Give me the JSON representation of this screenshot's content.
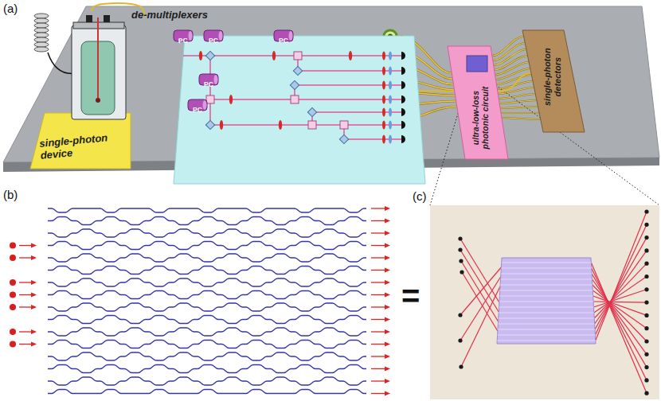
{
  "diagram": {
    "nodes": [
      {
        "text": [
          "single-photon device"
        ]
      },
      {
        "text": [
          "de-multiplexers"
        ]
      },
      {
        "text": [
          "PC"
        ],
        "in": 1
      },
      {
        "text": [
          "PC"
        ],
        "in": 1
      },
      {
        "text": [
          "PC"
        ],
        "in": 1
      },
      {
        "text": [
          "PC"
        ],
        "in": 1
      },
      {
        "text": [
          "PC"
        ],
        "in": 1
      },
      {
        "text": [
          "ultra-low-loss photonic circuit"
        ]
      },
      {
        "text": [
          "single-photon detectors"
        ]
      }
    ],
    "edges": [
      {
        "from": 0,
        "to": 1,
        "arrow": "none"
      },
      {
        "from": 1,
        "to": 7,
        "arrow": "none"
      },
      {
        "from": 7,
        "to": 8,
        "arrow": "none"
      }
    ],
    "labels": [
      "(a)",
      "(b)",
      "(c)",
      "="
    ]
  }
}
